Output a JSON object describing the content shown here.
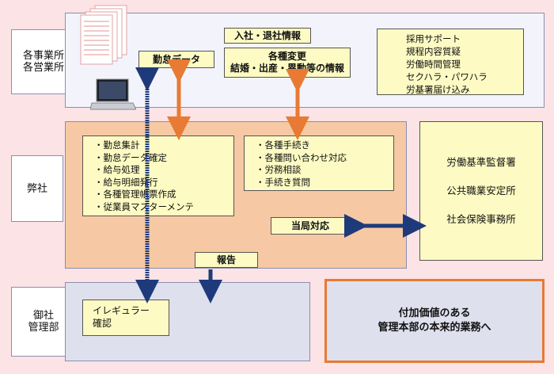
{
  "labels": {
    "offices": "各事業所\n各営業所",
    "company": "弊社",
    "client_hr": "御社\n管理部"
  },
  "tags": {
    "attendance_data": "勤怠データ",
    "join_leave_info": "入社・退社情報",
    "changes_info": "各種変更\n結婚・出産・異動等の情報",
    "authority_response": "当局対応",
    "report": "報告"
  },
  "support_list": [
    "採用サポート",
    "規程内容質疑",
    "労働時間管理",
    "セクハラ・パワハラ",
    "労基署届け込み"
  ],
  "company_tasks_left": [
    "勤怠集計",
    "勤怠データ確定",
    "給与処理",
    "給与明細発行",
    "各種管理帳票作成",
    "従業員マスターメンテ"
  ],
  "company_tasks_right": [
    "各種手続き",
    "各種問い合わせ対応",
    "労務相談",
    "手続き質問"
  ],
  "authorities": [
    "労働基準監督署",
    "公共職業安定所",
    "社会保険事務所"
  ],
  "irregular_check": "イレギュラー\n確認",
  "value_message": "付加価値のある\n管理本部の本来的業務へ",
  "colors": {
    "orange_arrow": "#e87a33",
    "navy_arrow": "#1f3a7a",
    "background": "#fbe3e6"
  }
}
